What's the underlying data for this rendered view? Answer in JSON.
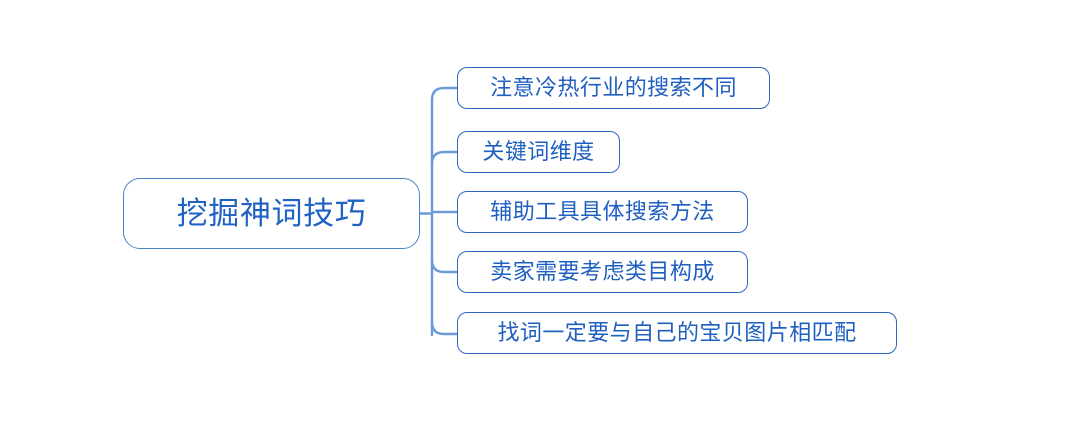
{
  "diagram": {
    "type": "mind-map",
    "title": "挖掘神词技巧",
    "orientation": "left-to-right",
    "colors": {
      "background": "#ffffff",
      "node_border": "#2f68c0",
      "root_border": "#4a84c8",
      "text": "#1f5fc0",
      "connector": "#6a9bd8"
    },
    "root": {
      "label": "挖掘神词技巧"
    },
    "branches": [
      {
        "label": "注意冷热行业的搜索不同"
      },
      {
        "label": "关键词维度"
      },
      {
        "label": "辅助工具具体搜索方法"
      },
      {
        "label": "卖家需要考虑类目构成"
      },
      {
        "label": "找词一定要与自己的宝贝图片相匹配"
      }
    ]
  }
}
